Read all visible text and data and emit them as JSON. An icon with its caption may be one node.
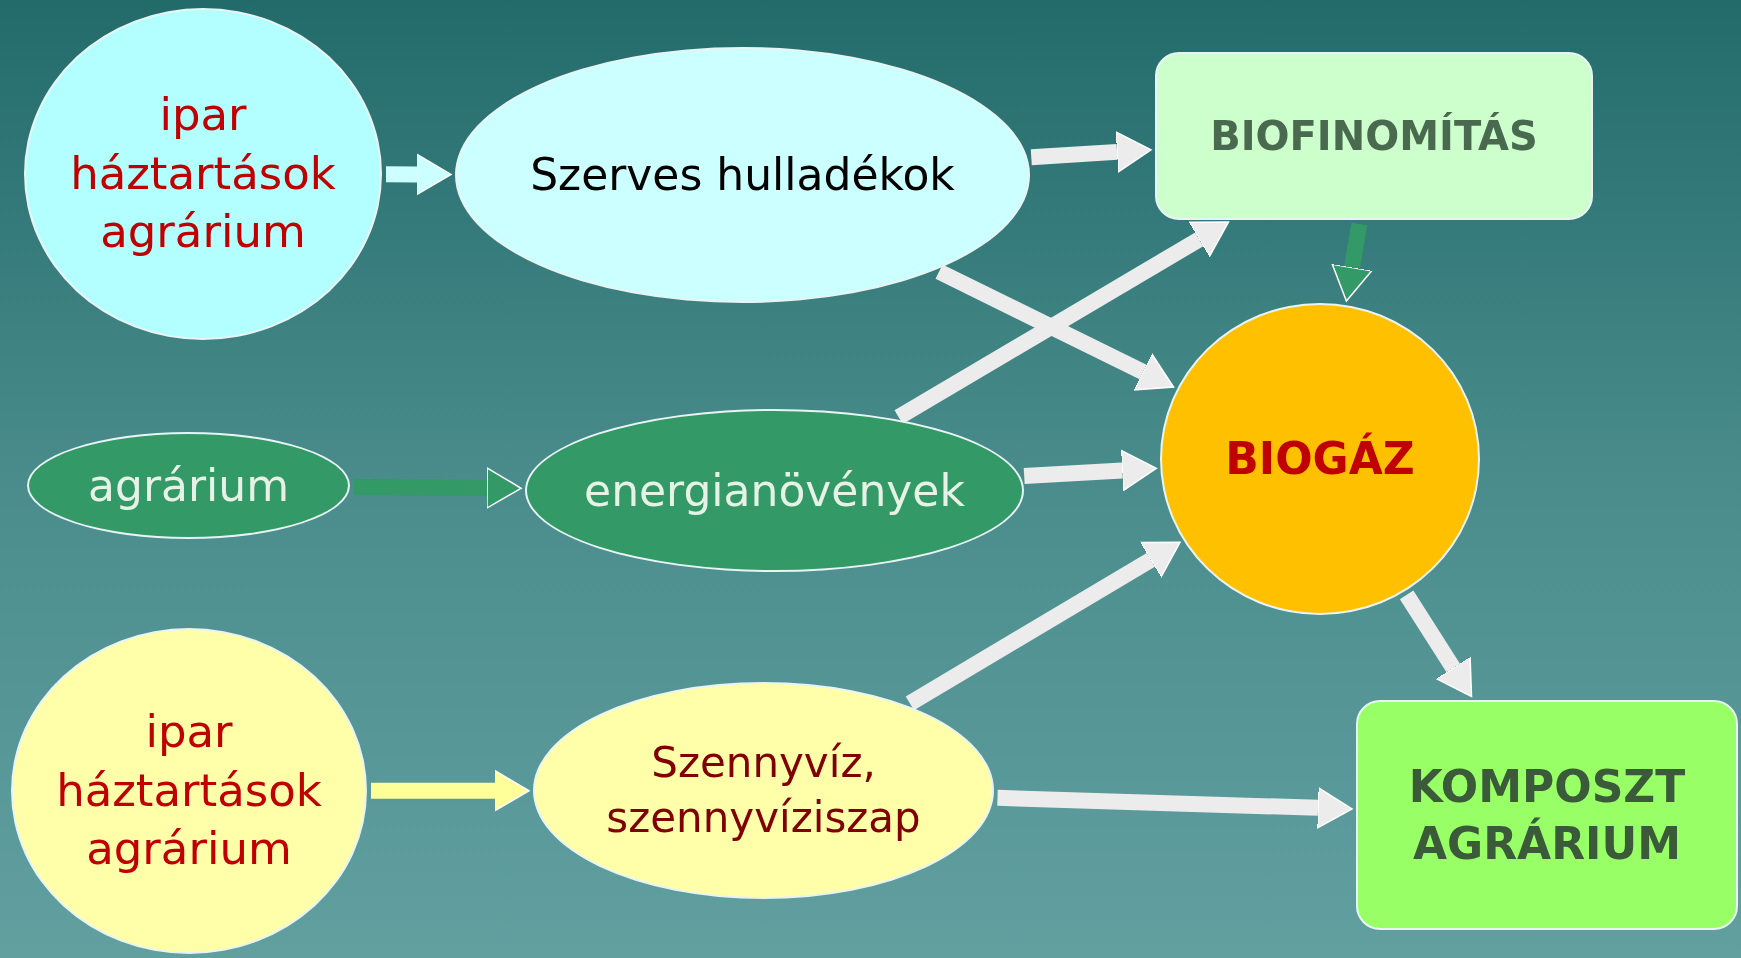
{
  "diagram": {
    "nodes": [
      {
        "text": [
          "ipar",
          "háztartások",
          "agrárium"
        ]
      },
      {
        "text": [
          "Szerves hulladékok"
        ]
      },
      {
        "text": [
          "BIOFINOMÍTÁS"
        ]
      },
      {
        "text": [
          "agrárium"
        ]
      },
      {
        "text": [
          "energianövények"
        ]
      },
      {
        "text": [
          "BIOGÁZ"
        ]
      },
      {
        "text": [
          "ipar",
          "háztartások",
          "agrárium"
        ]
      },
      {
        "text": [
          "Szennyvíz, szennyvíziszap"
        ]
      },
      {
        "text": [
          "KOMPOSZT AGRÁRIUM"
        ]
      }
    ],
    "edges": [
      {
        "from": 0,
        "to": 1,
        "arrow": "to",
        "color": "#ccffff"
      },
      {
        "from": 1,
        "to": 2,
        "arrow": "to"
      },
      {
        "from": 1,
        "to": 5,
        "arrow": "to"
      },
      {
        "from": 3,
        "to": 4,
        "arrow": "to",
        "color": "#339966"
      },
      {
        "from": 4,
        "to": 2,
        "arrow": "to"
      },
      {
        "from": 4,
        "to": 5,
        "arrow": "to"
      },
      {
        "from": 2,
        "to": 5,
        "arrow": "to",
        "color": "#339966"
      },
      {
        "from": 6,
        "to": 7,
        "arrow": "to",
        "color": "#ffff99"
      },
      {
        "from": 7,
        "to": 5,
        "arrow": "to"
      },
      {
        "from": 7,
        "to": 8,
        "arrow": "to"
      },
      {
        "from": 5,
        "to": 8,
        "arrow": "to"
      }
    ]
  }
}
